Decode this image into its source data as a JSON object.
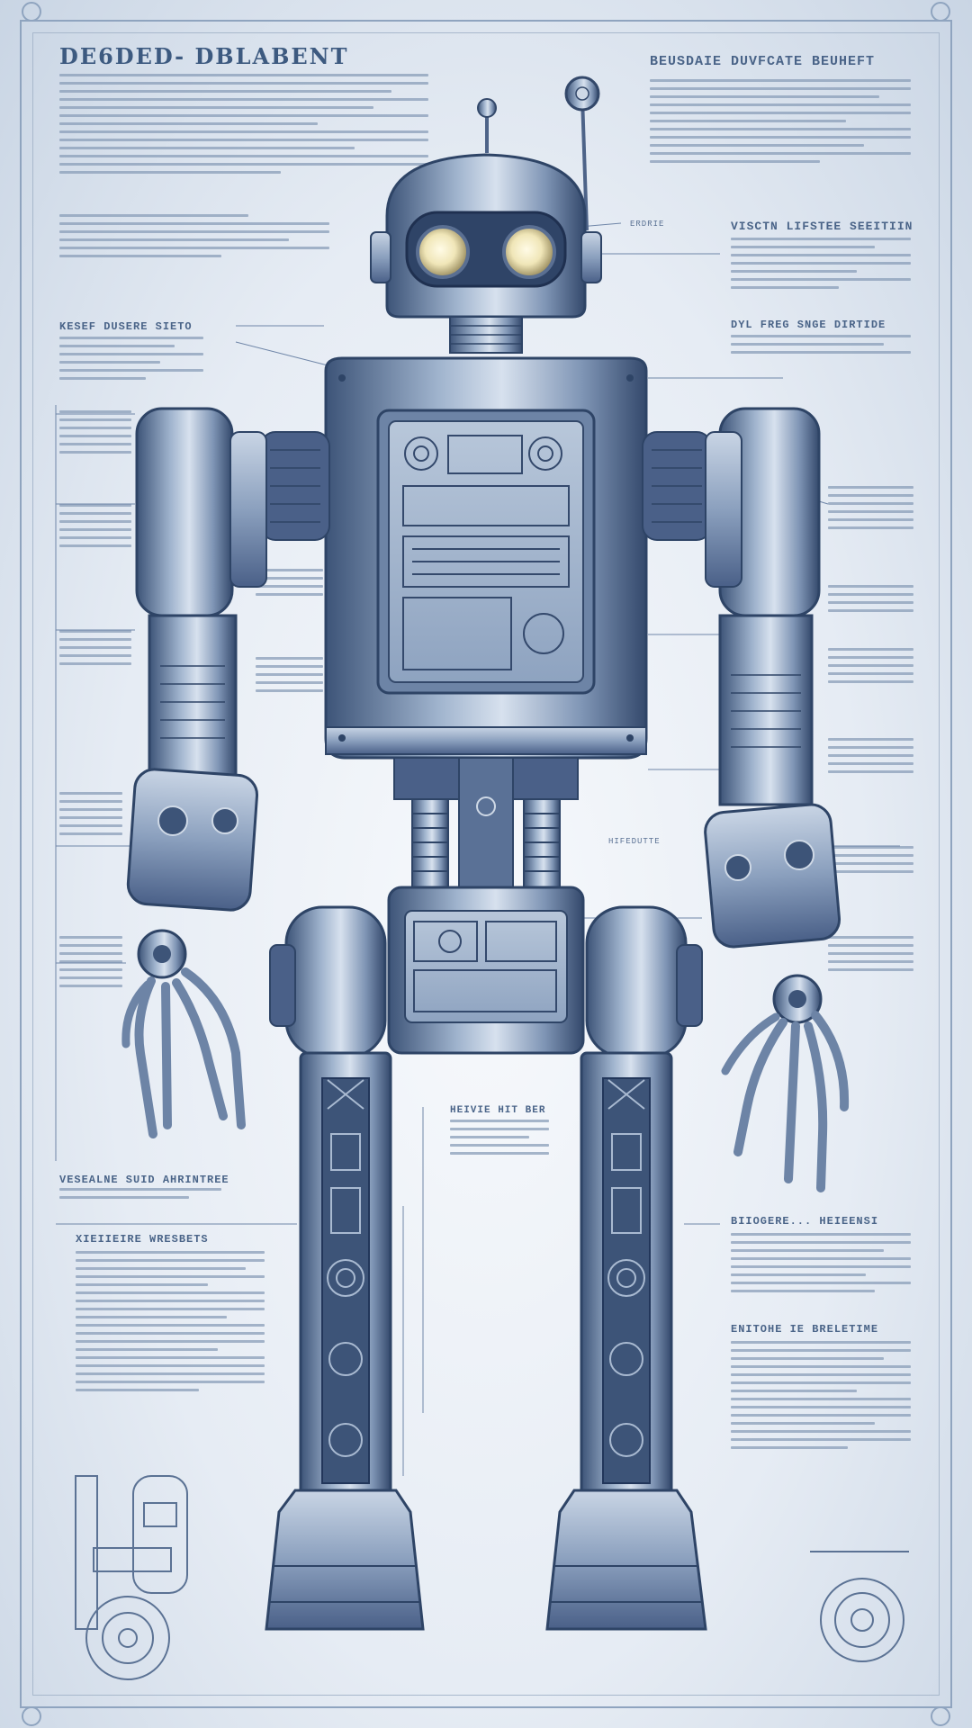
{
  "title": "DE6DED- DBLABENT",
  "headings": {
    "top_right": "BEUSDAIE DUVFCATE BEUHEFT",
    "right_1": "VISCTN LIFSTEE SEEITIIN",
    "right_2": "DYL FREG SNGE DIRTIDE",
    "left_1": "KESEF DUSERE SIETO",
    "left_2": "VESEALNE SUID AHRINTREE",
    "left_3": "XIEIIEIRE WRESBETS",
    "right_3": "BIIOGERE... HEIEENSI",
    "right_4": "ENITOHE IE BRELETIME",
    "mid_1": "HEIVIE HIT BER"
  },
  "callouts": {
    "c1": "ERDRIE",
    "c2": "HIFEDUTTE"
  },
  "colors": {
    "blueprint_line": "#3d5a80",
    "steel": "#6d84a6",
    "steel_dark": "#33486a",
    "steel_light": "#c4d1e2",
    "paper": "#eef2f8",
    "eye_glow": "#f3edc8"
  }
}
